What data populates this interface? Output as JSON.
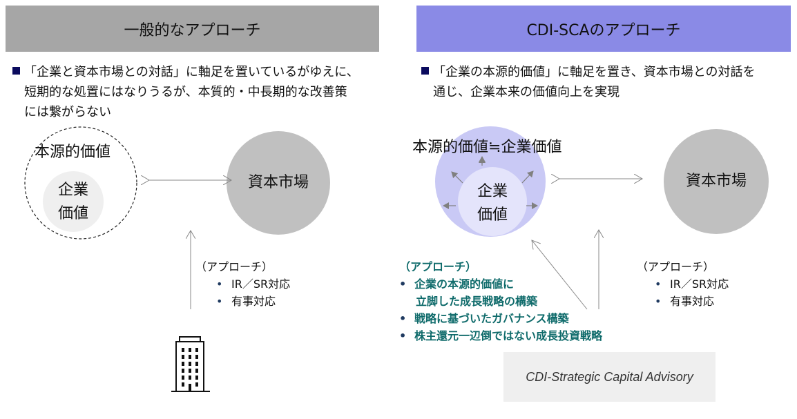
{
  "left": {
    "header": "一般的なアプローチ",
    "description_lines": [
      "「企業と資本市場との対話」に軸足を置いているがゆえに、",
      "短期的な処置にはなりうるが、本質的・中長期的な改善策",
      "には繋がらない"
    ],
    "outer_circle_label": "本源的価値",
    "inner_circle_lines": [
      "企業",
      "価値"
    ],
    "market_label": "資本市場",
    "approach_title": "（アプローチ）",
    "approach_items": [
      "IR／SR対応",
      "有事対応"
    ],
    "bottom_icon": "building-icon"
  },
  "right": {
    "header": "CDI-SCAのアプローチ",
    "description_lines": [
      "「企業の本源的価値」に軸足を置き、資本市場との対話を",
      "通じ、企業本来の価値向上を実現"
    ],
    "outer_circle_label": "本源的価値≒企業価値",
    "inner_circle_lines": [
      "企業",
      "価値"
    ],
    "market_label": "資本市場",
    "cdi_approach_title": "（アプローチ）",
    "cdi_approach_items": [
      "企業の本源的価値に",
      "立脚した成長戦略の構築",
      "戦略に基づいたガバナンス構築",
      "株主還元一辺倒ではない成長投資戦略"
    ],
    "approach_title": "（アプローチ）",
    "approach_items": [
      "IR／SR対応",
      "有事対応"
    ],
    "logo_text": "CDI-Strategic Capital Advisory"
  },
  "colors": {
    "left_header_bg": "#a6a6a6",
    "right_header_bg": "#8a8ae6",
    "market_circle": "#c0c0c0",
    "cdi_outer_circle": "#c9c9f5",
    "cdi_inner_circle": "#e4e4fb",
    "teal_text": "#0f6b6b"
  }
}
